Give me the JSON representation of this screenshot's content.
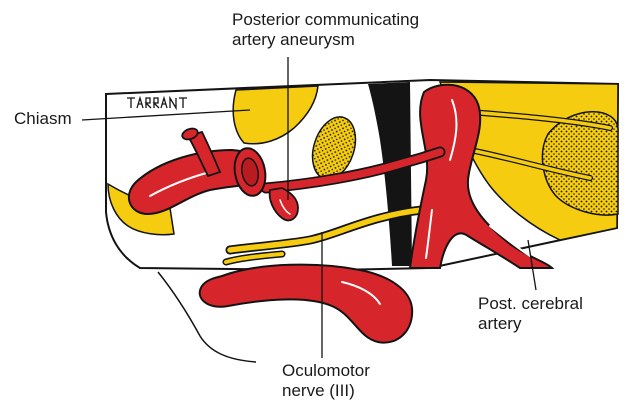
{
  "illustration": {
    "signature_text": "TARRANT",
    "colors": {
      "artery_red": "#d7262b",
      "nerve_yellow": "#f5cc10",
      "shadow_black": "#141414",
      "outline": "#141414",
      "background": "#ffffff"
    }
  },
  "labels": {
    "pcom_line1": "Posterior communicating",
    "pcom_line2": "artery aneurysm",
    "chiasm": "Chiasm",
    "pca_line1": "Post. cerebral",
    "pca_line2": "artery",
    "cn3_line1": "Oculomotor",
    "cn3_line2": "nerve (III)"
  }
}
